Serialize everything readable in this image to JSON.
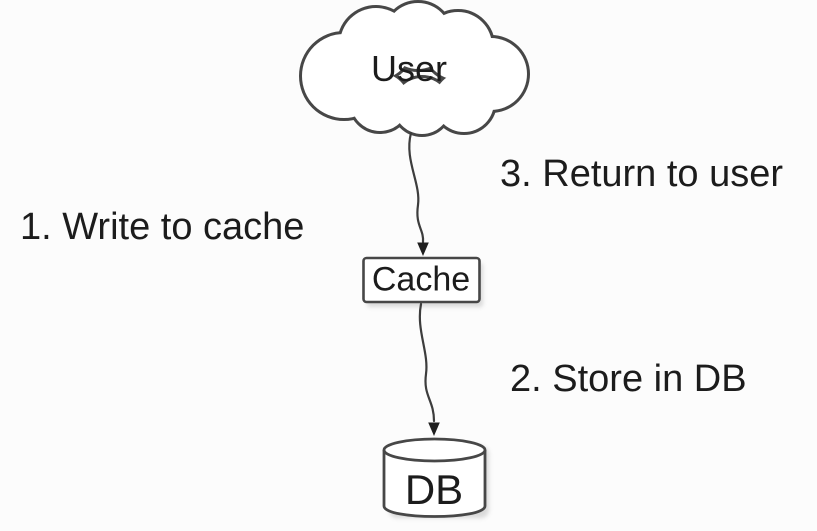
{
  "diagram_name": "write-through-cache-flow",
  "colors": {
    "canvas_bg": "#fcfcfc",
    "diagram_stroke": "#474747",
    "arrow_stroke": "#3d3d3d",
    "arrowhead_fill": "#1f1f1f",
    "text_ink": "#1c1c1c",
    "node_fill": "#ffffff",
    "shadow": "#bdbdbd"
  },
  "nodes": {
    "user": {
      "label": "User",
      "shape": "cloud"
    },
    "cache": {
      "label": "Cache",
      "shape": "rectangle"
    },
    "db": {
      "label": "DB",
      "shape": "cylinder"
    }
  },
  "edges": [
    {
      "from": "user",
      "to": "cache",
      "style": "wavy-arrow"
    },
    {
      "from": "cache",
      "to": "db",
      "style": "wavy-arrow"
    }
  ],
  "steps": {
    "write_to_cache": {
      "label": "1. Write to cache"
    },
    "store_in_db": {
      "label": "2. Store in DB"
    },
    "return_to_user": {
      "label": "3. Return to user"
    }
  }
}
